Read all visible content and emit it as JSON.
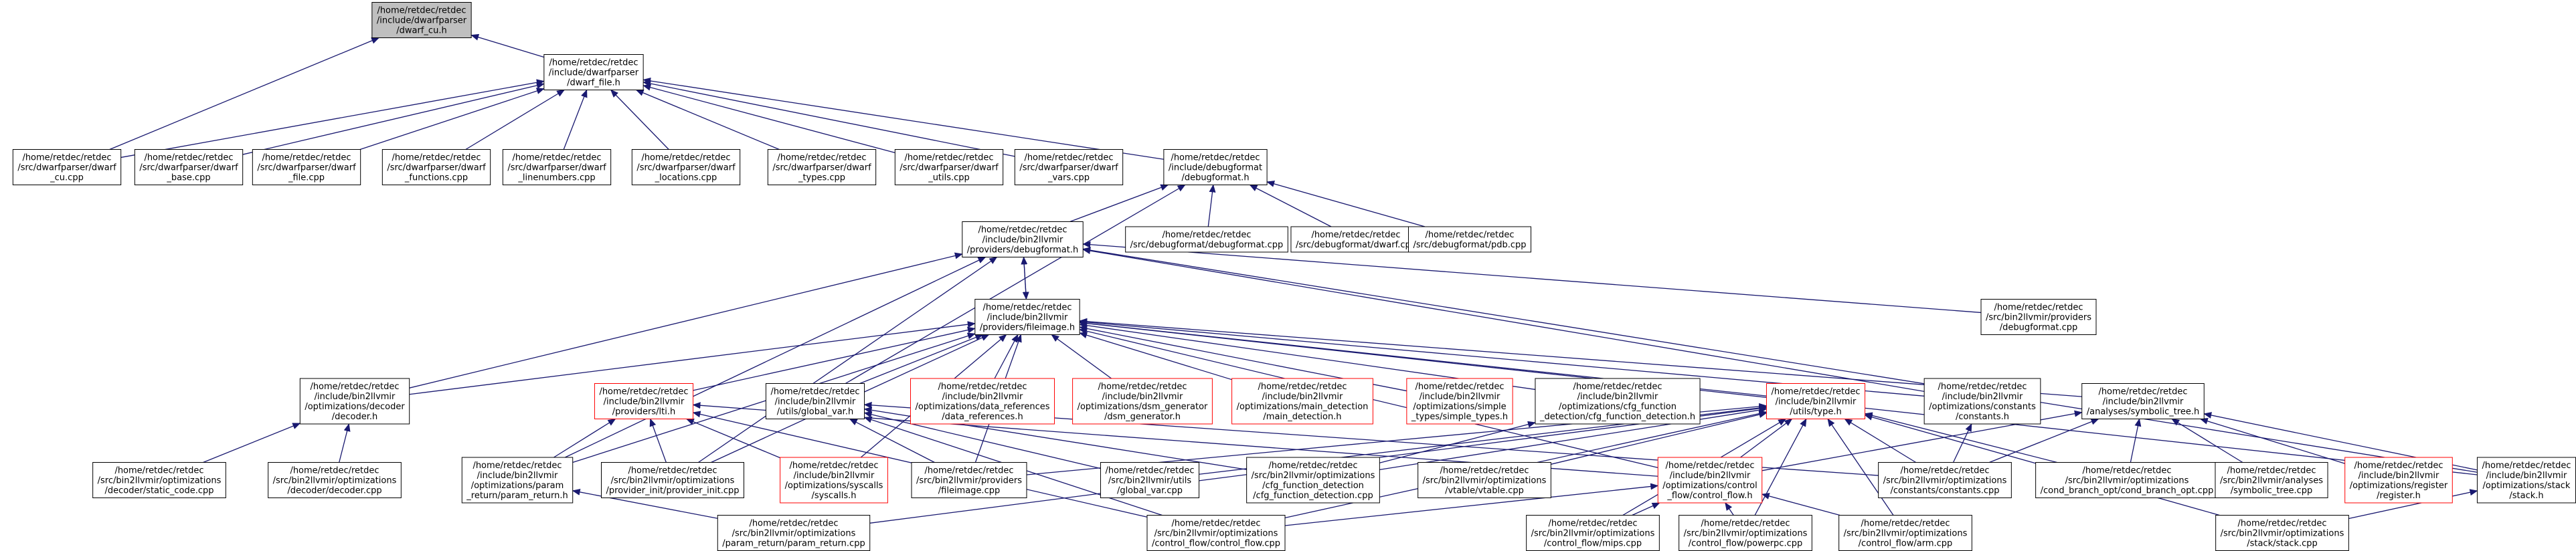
{
  "graph": {
    "colors": {
      "edge": "#191970",
      "border": "#000000",
      "highlight": "#bfbfbf",
      "incomplete_border": "#ff0000",
      "fill": "#ffffff"
    },
    "nodes": [
      {
        "id": "n0",
        "lines": [
          "/home/retdec/retdec",
          "/include/dwarfparser",
          "/dwarf_cu.h"
        ],
        "style": "root"
      },
      {
        "id": "n1",
        "lines": [
          "/home/retdec/retdec",
          "/include/dwarfparser",
          "/dwarf_file.h"
        ],
        "style": "normal"
      },
      {
        "id": "n2",
        "lines": [
          "/home/retdec/retdec",
          "/src/dwarfparser/dwarf",
          "_cu.cpp"
        ],
        "style": "normal"
      },
      {
        "id": "n3",
        "lines": [
          "/home/retdec/retdec",
          "/src/dwarfparser/dwarf",
          "_base.cpp"
        ],
        "style": "normal"
      },
      {
        "id": "n4",
        "lines": [
          "/home/retdec/retdec",
          "/src/dwarfparser/dwarf",
          "_file.cpp"
        ],
        "style": "normal"
      },
      {
        "id": "n5",
        "lines": [
          "/home/retdec/retdec",
          "/src/dwarfparser/dwarf",
          "_functions.cpp"
        ],
        "style": "normal"
      },
      {
        "id": "n6",
        "lines": [
          "/home/retdec/retdec",
          "/src/dwarfparser/dwarf",
          "_linenumbers.cpp"
        ],
        "style": "normal"
      },
      {
        "id": "n7",
        "lines": [
          "/home/retdec/retdec",
          "/src/dwarfparser/dwarf",
          "_locations.cpp"
        ],
        "style": "normal"
      },
      {
        "id": "n8",
        "lines": [
          "/home/retdec/retdec",
          "/src/dwarfparser/dwarf",
          "_types.cpp"
        ],
        "style": "normal"
      },
      {
        "id": "n9",
        "lines": [
          "/home/retdec/retdec",
          "/src/dwarfparser/dwarf",
          "_utils.cpp"
        ],
        "style": "normal"
      },
      {
        "id": "n10",
        "lines": [
          "/home/retdec/retdec",
          "/src/dwarfparser/dwarf",
          "_vars.cpp"
        ],
        "style": "normal"
      },
      {
        "id": "n11",
        "lines": [
          "/home/retdec/retdec",
          "/include/debugformat",
          "/debugformat.h"
        ],
        "style": "normal"
      },
      {
        "id": "n12",
        "lines": [
          "/home/retdec/retdec",
          "/include/bin2llvmir",
          "/providers/debugformat.h"
        ],
        "style": "normal"
      },
      {
        "id": "n13",
        "lines": [
          "/home/retdec/retdec",
          "/src/debugformat/debugformat.cpp"
        ],
        "style": "normal"
      },
      {
        "id": "n14",
        "lines": [
          "/home/retdec/retdec",
          "/src/debugformat/dwarf.cpp"
        ],
        "style": "normal"
      },
      {
        "id": "n15",
        "lines": [
          "/home/retdec/retdec",
          "/src/debugformat/pdb.cpp"
        ],
        "style": "normal"
      },
      {
        "id": "n16",
        "lines": [
          "/home/retdec/retdec",
          "/include/bin2llvmir",
          "/providers/fileimage.h"
        ],
        "style": "normal"
      },
      {
        "id": "n17",
        "lines": [
          "/home/retdec/retdec",
          "/src/bin2llvmir/providers",
          "/debugformat.cpp"
        ],
        "style": "normal"
      },
      {
        "id": "n18",
        "lines": [
          "/home/retdec/retdec",
          "/include/bin2llvmir",
          "/optimizations/decoder",
          "/decoder.h"
        ],
        "style": "normal"
      },
      {
        "id": "n19",
        "lines": [
          "/home/retdec/retdec",
          "/include/bin2llvmir",
          "/providers/lti.h"
        ],
        "style": "incomplete"
      },
      {
        "id": "n20",
        "lines": [
          "/home/retdec/retdec",
          "/include/bin2llvmir",
          "/utils/global_var.h"
        ],
        "style": "normal"
      },
      {
        "id": "n21",
        "lines": [
          "/home/retdec/retdec",
          "/include/bin2llvmir",
          "/optimizations/data_references",
          "/data_references.h"
        ],
        "style": "incomplete"
      },
      {
        "id": "n22",
        "lines": [
          "/home/retdec/retdec",
          "/include/bin2llvmir",
          "/optimizations/dsm_generator",
          "/dsm_generator.h"
        ],
        "style": "incomplete"
      },
      {
        "id": "n23",
        "lines": [
          "/home/retdec/retdec",
          "/include/bin2llvmir",
          "/optimizations/main_detection",
          "/main_detection.h"
        ],
        "style": "incomplete"
      },
      {
        "id": "n24",
        "lines": [
          "/home/retdec/retdec",
          "/include/bin2llvmir",
          "/optimizations/simple",
          "_types/simple_types.h"
        ],
        "style": "incomplete"
      },
      {
        "id": "n25",
        "lines": [
          "/home/retdec/retdec",
          "/include/bin2llvmir",
          "/optimizations/cfg_function",
          "_detection/cfg_function_detection.h"
        ],
        "style": "normal"
      },
      {
        "id": "n26",
        "lines": [
          "/home/retdec/retdec",
          "/include/bin2llvmir",
          "/utils/type.h"
        ],
        "style": "incomplete"
      },
      {
        "id": "n27",
        "lines": [
          "/home/retdec/retdec",
          "/include/bin2llvmir",
          "/optimizations/constants",
          "/constants.h"
        ],
        "style": "normal"
      },
      {
        "id": "n28",
        "lines": [
          "/home/retdec/retdec",
          "/include/bin2llvmir",
          "/analyses/symbolic_tree.h"
        ],
        "style": "normal"
      },
      {
        "id": "n29",
        "lines": [
          "/home/retdec/retdec",
          "/src/bin2llvmir/optimizations",
          "/decoder/static_code.cpp"
        ],
        "style": "normal"
      },
      {
        "id": "n30",
        "lines": [
          "/home/retdec/retdec",
          "/src/bin2llvmir/optimizations",
          "/decoder/decoder.cpp"
        ],
        "style": "normal"
      },
      {
        "id": "n31",
        "lines": [
          "/home/retdec/retdec",
          "/include/bin2llvmir",
          "/optimizations/param",
          "_return/param_return.h"
        ],
        "style": "normal"
      },
      {
        "id": "n32",
        "lines": [
          "/home/retdec/retdec",
          "/src/bin2llvmir/optimizations",
          "/provider_init/provider_init.cpp"
        ],
        "style": "normal"
      },
      {
        "id": "n33",
        "lines": [
          "/home/retdec/retdec",
          "/include/bin2llvmir",
          "/optimizations/syscalls",
          "/syscalls.h"
        ],
        "style": "incomplete"
      },
      {
        "id": "n34",
        "lines": [
          "/home/retdec/retdec",
          "/src/bin2llvmir/providers",
          "/fileimage.cpp"
        ],
        "style": "normal"
      },
      {
        "id": "n35",
        "lines": [
          "/home/retdec/retdec",
          "/src/bin2llvmir/utils",
          "/global_var.cpp"
        ],
        "style": "normal"
      },
      {
        "id": "n36",
        "lines": [
          "/home/retdec/retdec",
          "/src/bin2llvmir/optimizations",
          "/cfg_function_detection",
          "/cfg_function_detection.cpp"
        ],
        "style": "normal"
      },
      {
        "id": "n37",
        "lines": [
          "/home/retdec/retdec",
          "/src/bin2llvmir/optimizations",
          "/vtable/vtable.cpp"
        ],
        "style": "normal"
      },
      {
        "id": "n38",
        "lines": [
          "/home/retdec/retdec",
          "/include/bin2llvmir",
          "/optimizations/control",
          "_flow/control_flow.h"
        ],
        "style": "incomplete"
      },
      {
        "id": "n39",
        "lines": [
          "/home/retdec/retdec",
          "/src/bin2llvmir/optimizations",
          "/constants/constants.cpp"
        ],
        "style": "normal"
      },
      {
        "id": "n40",
        "lines": [
          "/home/retdec/retdec",
          "/src/bin2llvmir/optimizations",
          "/cond_branch_opt/cond_branch_opt.cpp"
        ],
        "style": "normal"
      },
      {
        "id": "n41",
        "lines": [
          "/home/retdec/retdec",
          "/src/bin2llvmir/analyses",
          "/symbolic_tree.cpp"
        ],
        "style": "normal"
      },
      {
        "id": "n42",
        "lines": [
          "/home/retdec/retdec",
          "/include/bin2llvmir",
          "/optimizations/register",
          "/register.h"
        ],
        "style": "incomplete"
      },
      {
        "id": "n43",
        "lines": [
          "/home/retdec/retdec",
          "/include/bin2llvmir",
          "/optimizations/stack",
          "/stack.h"
        ],
        "style": "normal"
      },
      {
        "id": "n44",
        "lines": [
          "/home/retdec/retdec",
          "/src/bin2llvmir/optimizations",
          "/param_return/param_return.cpp"
        ],
        "style": "normal"
      },
      {
        "id": "n45",
        "lines": [
          "/home/retdec/retdec",
          "/src/bin2llvmir/optimizations",
          "/control_flow/control_flow.cpp"
        ],
        "style": "normal"
      },
      {
        "id": "n46",
        "lines": [
          "/home/retdec/retdec",
          "/src/bin2llvmir/optimizations",
          "/control_flow/mips.cpp"
        ],
        "style": "normal"
      },
      {
        "id": "n47",
        "lines": [
          "/home/retdec/retdec",
          "/src/bin2llvmir/optimizations",
          "/control_flow/powerpc.cpp"
        ],
        "style": "normal"
      },
      {
        "id": "n48",
        "lines": [
          "/home/retdec/retdec",
          "/src/bin2llvmir/optimizations",
          "/control_flow/arm.cpp"
        ],
        "style": "normal"
      },
      {
        "id": "n49",
        "lines": [
          "/home/retdec/retdec",
          "/src/bin2llvmir/optimizations",
          "/stack/stack.cpp"
        ],
        "style": "normal"
      }
    ],
    "edges": [
      [
        "n0",
        "n1"
      ],
      [
        "n0",
        "n2"
      ],
      [
        "n1",
        "n2"
      ],
      [
        "n1",
        "n3"
      ],
      [
        "n1",
        "n4"
      ],
      [
        "n1",
        "n5"
      ],
      [
        "n1",
        "n6"
      ],
      [
        "n1",
        "n7"
      ],
      [
        "n1",
        "n8"
      ],
      [
        "n1",
        "n9"
      ],
      [
        "n1",
        "n10"
      ],
      [
        "n1",
        "n11"
      ],
      [
        "n11",
        "n12"
      ],
      [
        "n11",
        "n13"
      ],
      [
        "n11",
        "n14"
      ],
      [
        "n11",
        "n15"
      ],
      [
        "n11",
        "n20"
      ],
      [
        "n12",
        "n16"
      ],
      [
        "n12",
        "n17"
      ],
      [
        "n12",
        "n18"
      ],
      [
        "n12",
        "n31"
      ],
      [
        "n12",
        "n32"
      ],
      [
        "n12",
        "n27"
      ],
      [
        "n12",
        "n43"
      ],
      [
        "n16",
        "n12"
      ],
      [
        "n16",
        "n18"
      ],
      [
        "n16",
        "n19"
      ],
      [
        "n16",
        "n20"
      ],
      [
        "n16",
        "n21"
      ],
      [
        "n16",
        "n22"
      ],
      [
        "n16",
        "n23"
      ],
      [
        "n16",
        "n24"
      ],
      [
        "n16",
        "n25"
      ],
      [
        "n16",
        "n26"
      ],
      [
        "n16",
        "n27"
      ],
      [
        "n16",
        "n28"
      ],
      [
        "n16",
        "n31"
      ],
      [
        "n16",
        "n32"
      ],
      [
        "n16",
        "n33"
      ],
      [
        "n16",
        "n34"
      ],
      [
        "n16",
        "n38"
      ],
      [
        "n16",
        "n43"
      ],
      [
        "n18",
        "n29"
      ],
      [
        "n18",
        "n30"
      ],
      [
        "n19",
        "n31"
      ],
      [
        "n19",
        "n32"
      ],
      [
        "n19",
        "n33"
      ],
      [
        "n19",
        "n38"
      ],
      [
        "n19",
        "n45"
      ],
      [
        "n20",
        "n34"
      ],
      [
        "n20",
        "n35"
      ],
      [
        "n20",
        "n36"
      ],
      [
        "n20",
        "n39"
      ],
      [
        "n20",
        "n45"
      ],
      [
        "n25",
        "n36"
      ],
      [
        "n26",
        "n34"
      ],
      [
        "n26",
        "n35"
      ],
      [
        "n26",
        "n36"
      ],
      [
        "n26",
        "n37"
      ],
      [
        "n26",
        "n38"
      ],
      [
        "n26",
        "n39"
      ],
      [
        "n26",
        "n40"
      ],
      [
        "n26",
        "n44"
      ],
      [
        "n26",
        "n45"
      ],
      [
        "n26",
        "n46"
      ],
      [
        "n26",
        "n47"
      ],
      [
        "n26",
        "n48"
      ],
      [
        "n26",
        "n49"
      ],
      [
        "n27",
        "n39"
      ],
      [
        "n28",
        "n38"
      ],
      [
        "n28",
        "n39"
      ],
      [
        "n28",
        "n40"
      ],
      [
        "n28",
        "n41"
      ],
      [
        "n28",
        "n42"
      ],
      [
        "n28",
        "n43"
      ],
      [
        "n31",
        "n44"
      ],
      [
        "n38",
        "n45"
      ],
      [
        "n38",
        "n46"
      ],
      [
        "n38",
        "n47"
      ],
      [
        "n38",
        "n48"
      ],
      [
        "n43",
        "n49"
      ]
    ]
  }
}
